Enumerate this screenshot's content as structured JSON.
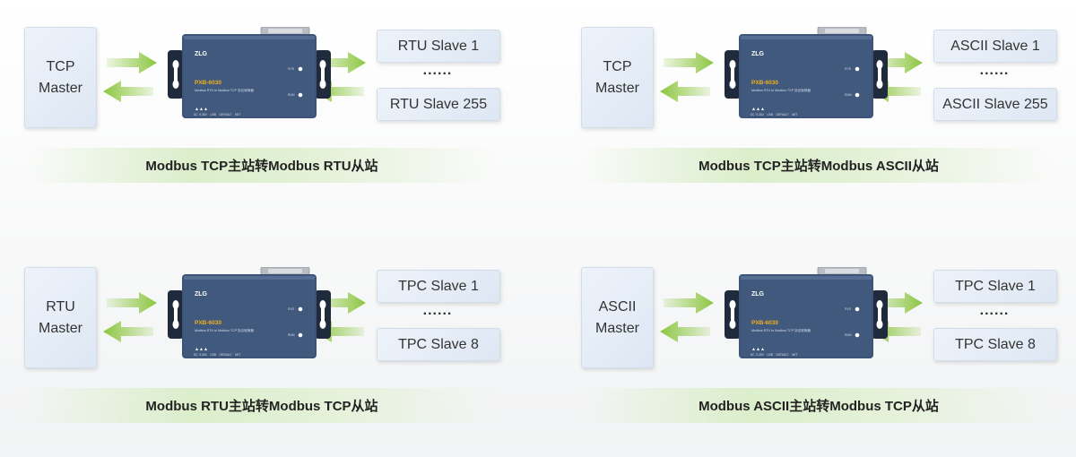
{
  "panels": [
    {
      "master": "TCP\nMaster",
      "slave_first": "RTU Slave 1",
      "ellipsis": "......",
      "slave_last": "RTU Slave 255",
      "caption": "Modbus TCP主站转Modbus RTU从站"
    },
    {
      "master": "TCP\nMaster",
      "slave_first": "ASCII Slave 1",
      "ellipsis": "......",
      "slave_last": "ASCII Slave 255",
      "caption": "Modbus TCP主站转Modbus ASCII从站"
    },
    {
      "master": "RTU\nMaster",
      "slave_first": "TPC Slave 1",
      "ellipsis": "......",
      "slave_last": "TPC Slave 8",
      "caption": "Modbus RTU主站转Modbus TCP从站"
    },
    {
      "master": "ASCII\nMaster",
      "slave_first": "TPC Slave 1",
      "ellipsis": "......",
      "slave_last": "TPC Slave 8",
      "caption": "Modbus ASCII主站转Modbus TCP从站"
    }
  ],
  "device": {
    "brand": "ZLG",
    "model": "PXB-6030",
    "subtitle": "Modbus RTU to Modbus TCP 协议转换器",
    "led_sys": "SYS",
    "led_run": "RUN",
    "bottom_labels": "DC  9-36V    USB    DEFAULT    NET"
  },
  "colors": {
    "arrow_green": "#8cc63f",
    "device_body": "#3d5478",
    "band_green": "#dbeecb"
  }
}
